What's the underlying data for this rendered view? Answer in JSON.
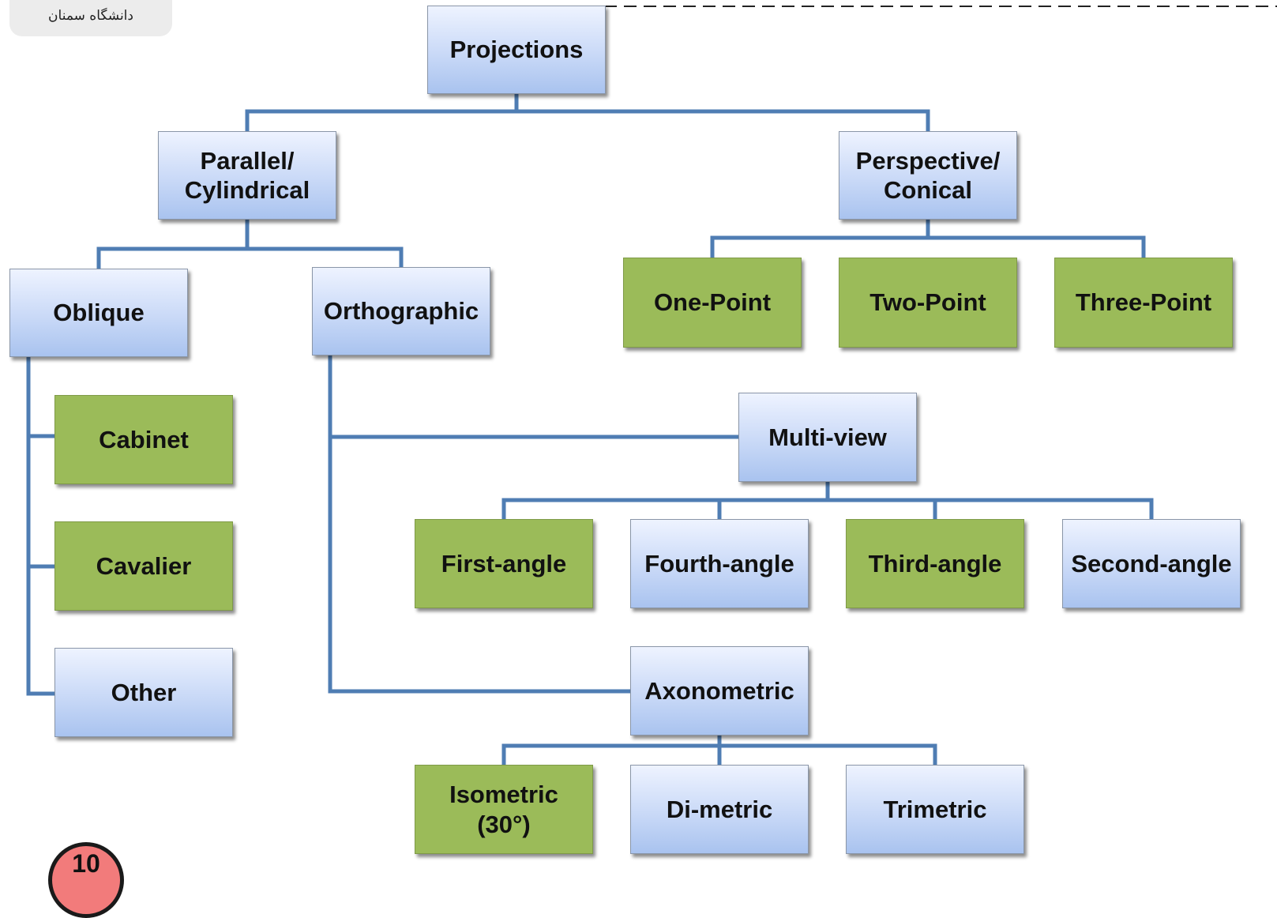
{
  "logo": {
    "text": "دانشگاه سمنان"
  },
  "page_number": "10",
  "nodes": {
    "projections": "Projections",
    "parallel": "Parallel/\nCylindrical",
    "perspective": "Perspective/\nConical",
    "oblique": "Oblique",
    "orthographic": "Orthographic",
    "one_point": "One-Point",
    "two_point": "Two-Point",
    "three_point": "Three-Point",
    "cabinet": "Cabinet",
    "cavalier": "Cavalier",
    "other": "Other",
    "multiview": "Multi-view",
    "first_angle": "First-angle",
    "fourth_angle": "Fourth-angle",
    "third_angle": "Third-angle",
    "second_angle": "Second-angle",
    "axonometric": "Axonometric",
    "isometric": "Isometric\n(30°)",
    "dimetric": "Di-metric",
    "trimetric": "Trimetric"
  },
  "colors": {
    "connector": "#4f7db3",
    "blue_node": "#c9d9f7",
    "green_node": "#9bbb59",
    "badge": "#f27b7b"
  }
}
